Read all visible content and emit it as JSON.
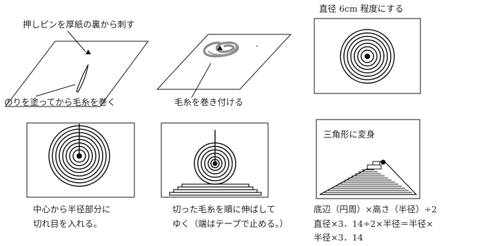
{
  "labels": {
    "pin": "押しピンを厚紙の裏から刺す",
    "glue": "のりを塗ってから毛糸を巻く",
    "wind": "毛糸を巻き付ける",
    "diameter": "直径 6cm 程度にする",
    "cut_line1": "中心から半径部分に",
    "cut_line2": "切れ目を入れる。",
    "stretch_line1": "切った毛糸を順に伸ばして",
    "stretch_line2": "ゆく（端はテープで止める。）",
    "triangle": "三角形に変身",
    "formula_line1": "底辺（円周）×高さ（半径）÷2",
    "formula_line2": "直径×3．14÷2×半径＝半径×",
    "formula_line3": "半径×3．14"
  },
  "colors": {
    "ink": "#111111",
    "yarn": "#8a8a8a"
  }
}
